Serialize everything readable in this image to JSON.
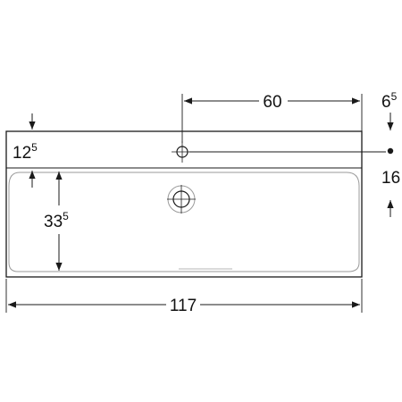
{
  "colors": {
    "outline": "#1a1a1a",
    "dimension": "#1a1a1a",
    "inner_basin": "#9a9a9a",
    "background": "#ffffff"
  },
  "dimensions": {
    "tap_offset": {
      "main": "60"
    },
    "tap_edge_distance": {
      "main": "6",
      "sup": "5"
    },
    "rim_height": {
      "main": "12",
      "sup": "5"
    },
    "tap_to_drain": {
      "main": "16"
    },
    "basin_depth": {
      "main": "33",
      "sup": "5"
    },
    "overall_width": {
      "main": "117"
    }
  }
}
